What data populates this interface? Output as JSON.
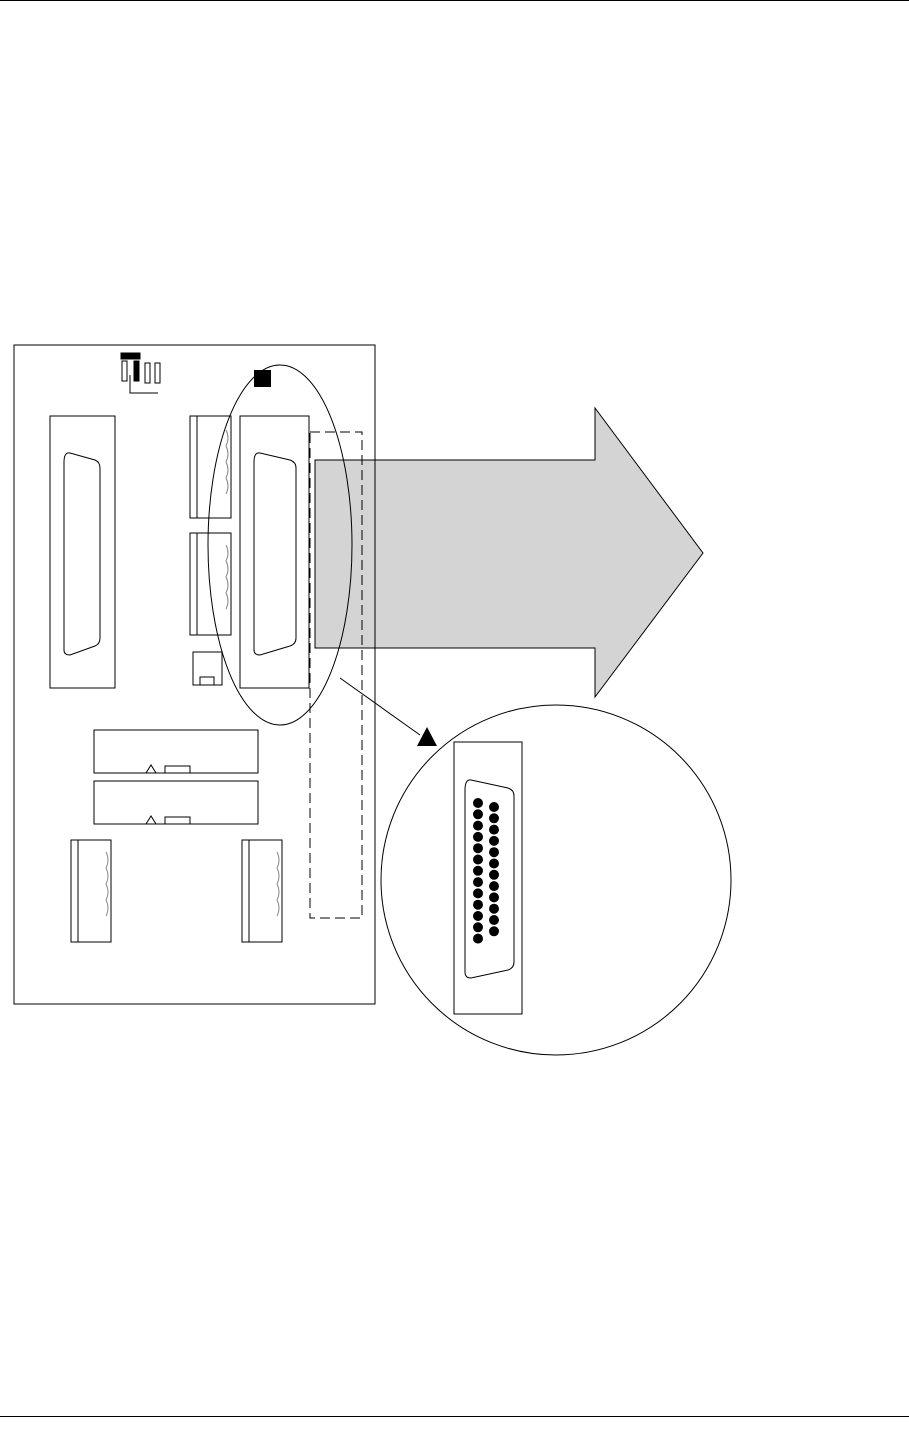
{
  "page": {
    "header_rule": true,
    "footer_rule": true
  },
  "diagram": {
    "board": {
      "connectors_db_large": 2,
      "terminal_blocks_side": 2,
      "ribbon_headers": 2,
      "terminal_blocks_bottom": 2,
      "highlight_marker": "square-black",
      "callout_marker": "triangle-black"
    },
    "callout": {
      "connector": "DB-25",
      "pin_rows": [
        13,
        12
      ],
      "pin_color": "#000000"
    },
    "arrow": {
      "fill": "#d4d4d4",
      "stroke": "#000000"
    }
  }
}
